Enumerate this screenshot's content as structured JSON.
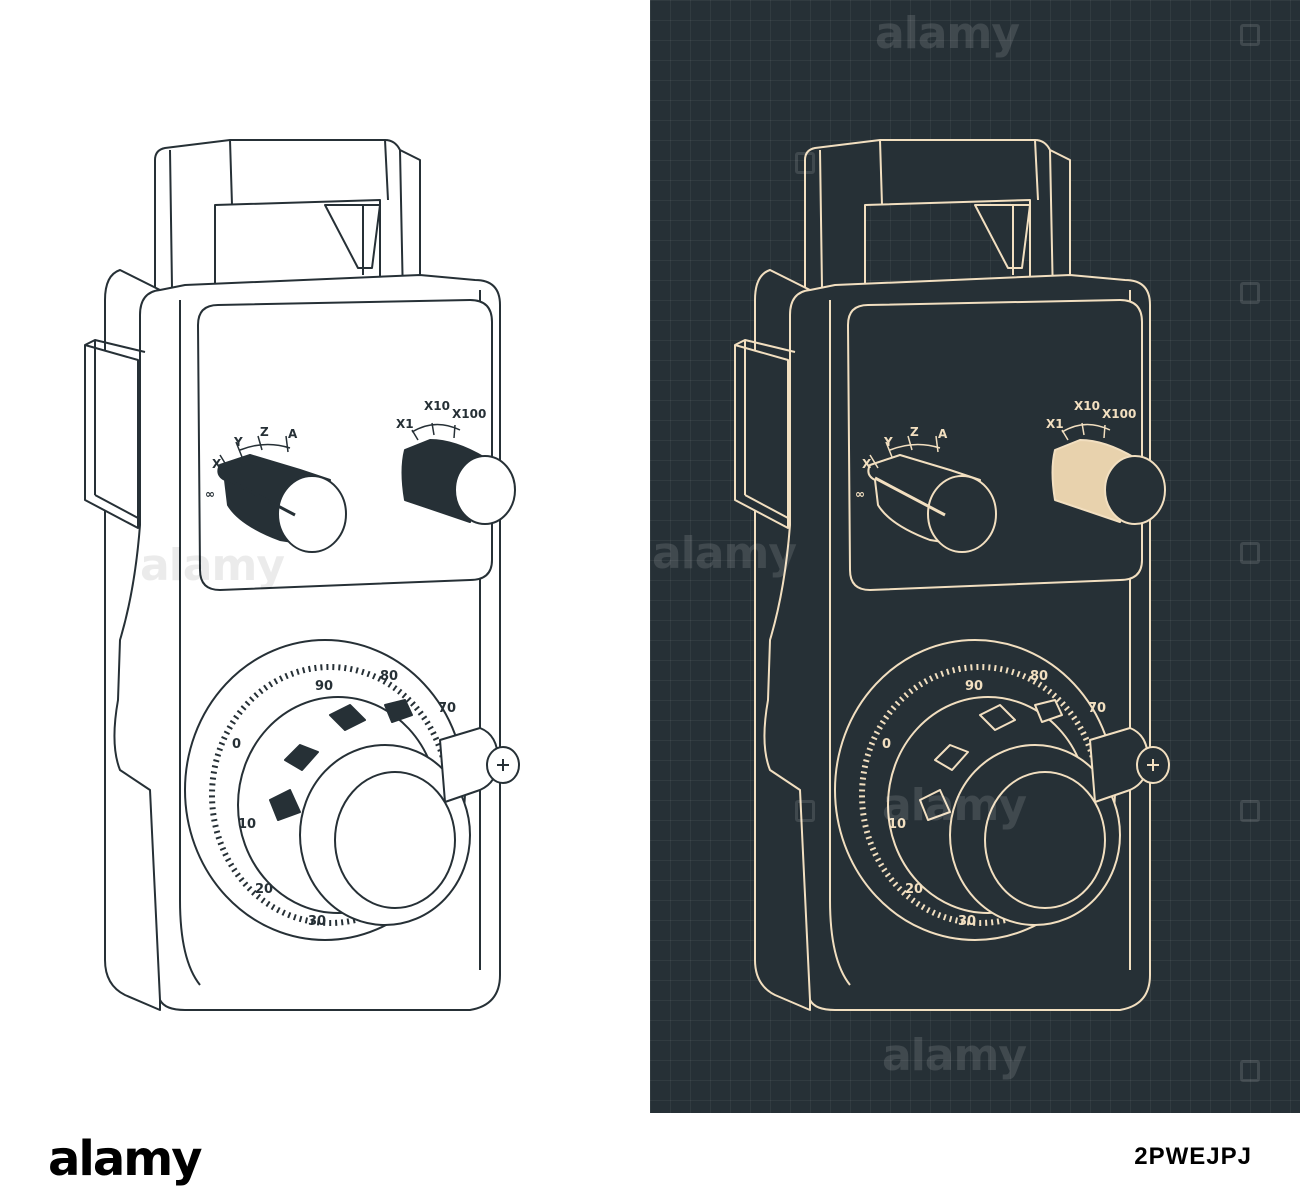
{
  "watermark": {
    "text": "alamy"
  },
  "footer": {
    "logo_text": "alamy",
    "image_id": "2PWEJPJ"
  },
  "device": {
    "axis_labels": [
      "X",
      "Y",
      "Z",
      "A"
    ],
    "axis_off_label": "∞",
    "multiplier_labels": [
      "X1",
      "X10",
      "X100"
    ],
    "dial_numbers": [
      "90",
      "80",
      "70",
      "0",
      "10",
      "20",
      "30"
    ]
  },
  "colors": {
    "left_background": "#ffffff",
    "left_line": "#263036",
    "right_background": "#263036",
    "right_line": "#f2dfc0",
    "accent_fill": "#e8d2ad"
  }
}
